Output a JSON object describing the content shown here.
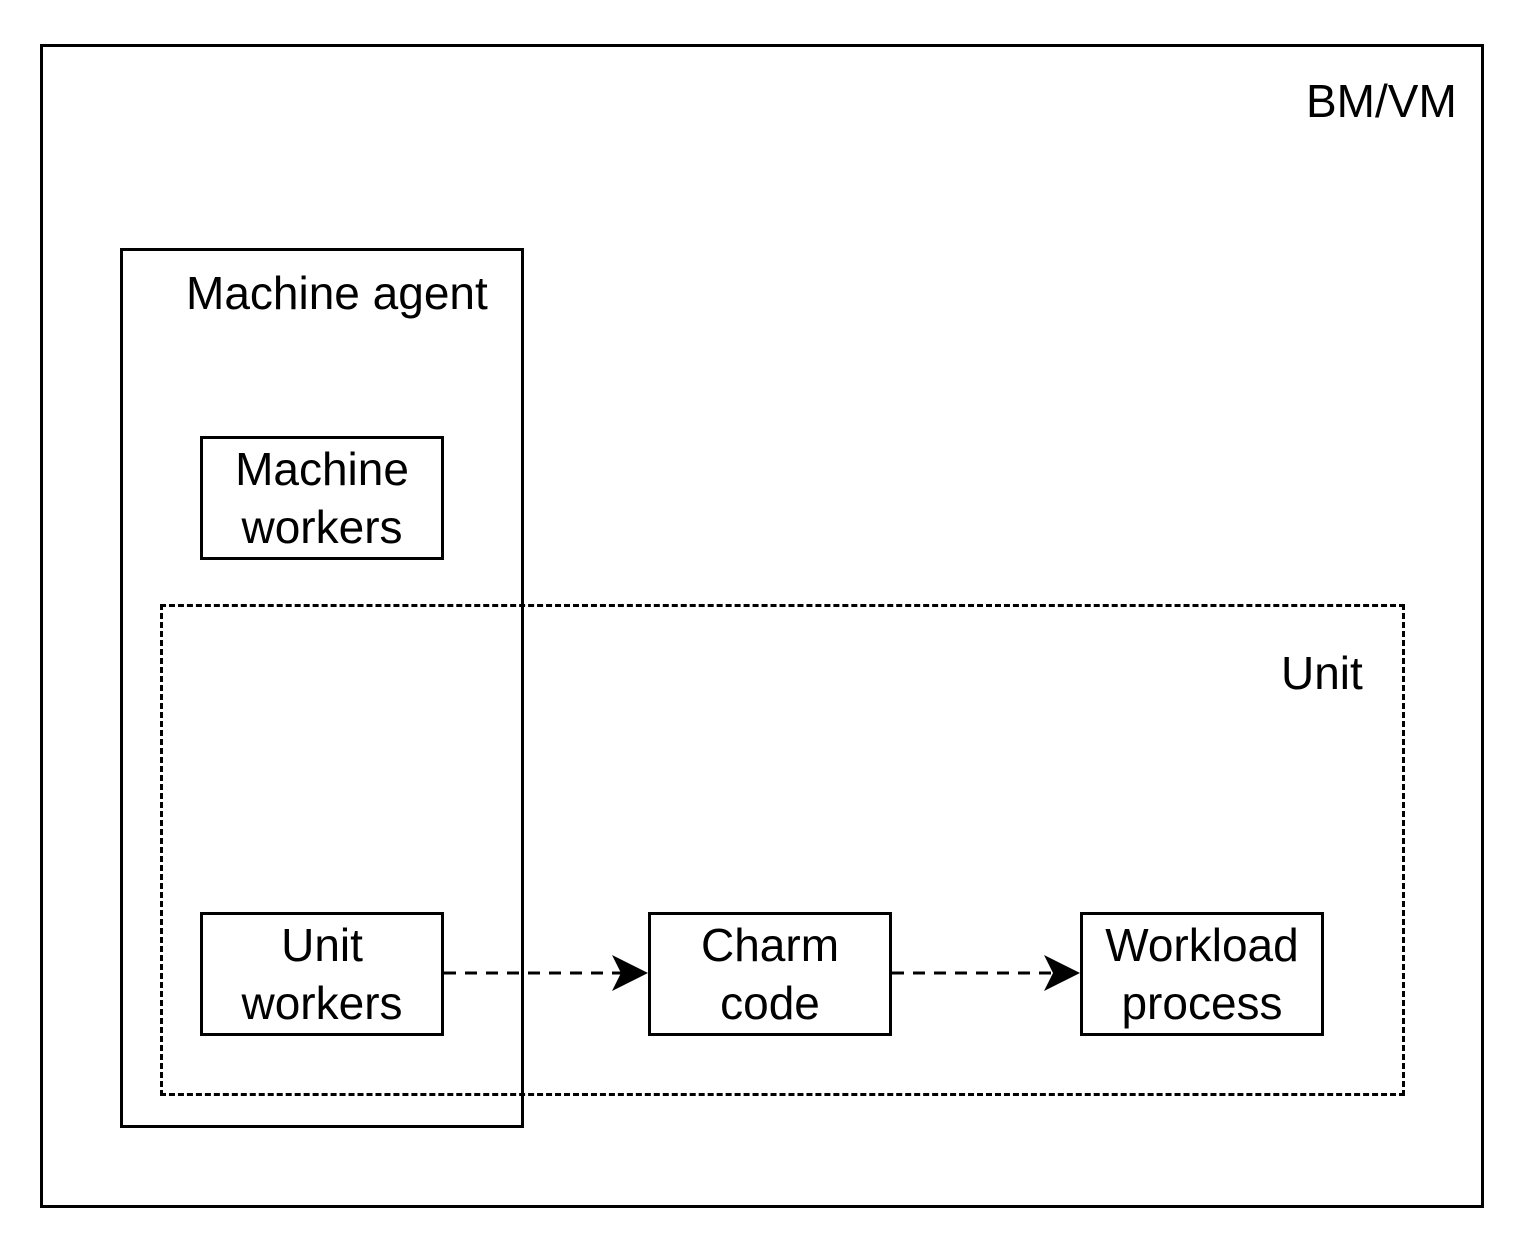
{
  "containers": {
    "host": {
      "label": "BM/VM"
    },
    "machine_agent": {
      "label": "Machine agent"
    },
    "unit": {
      "label": "Unit"
    }
  },
  "nodes": {
    "machine_workers": {
      "label": "Machine\nworkers"
    },
    "unit_workers": {
      "label": "Unit\nworkers"
    },
    "charm_code": {
      "label": "Charm\ncode"
    },
    "workload_process": {
      "label": "Workload\nprocess"
    }
  },
  "edges": [
    {
      "from": "unit_workers",
      "to": "charm_code",
      "style": "dashed"
    },
    {
      "from": "charm_code",
      "to": "workload_process",
      "style": "dashed"
    }
  ],
  "colors": {
    "stroke": "#000000",
    "background": "#ffffff"
  }
}
